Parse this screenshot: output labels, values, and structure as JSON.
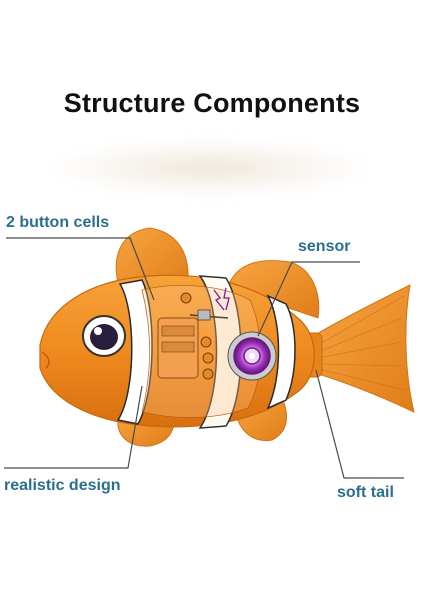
{
  "title": "Structure Components",
  "labels": {
    "button_cells": "2 button cells",
    "sensor": "sensor",
    "realistic_design": "realistic design",
    "soft_tail": "soft tail"
  },
  "colors": {
    "title": "#111111",
    "label": "#2b6f8f",
    "fish_body": "#f08a1c",
    "stripe": "#ffffff",
    "sensor_ring": "#b040c8"
  }
}
